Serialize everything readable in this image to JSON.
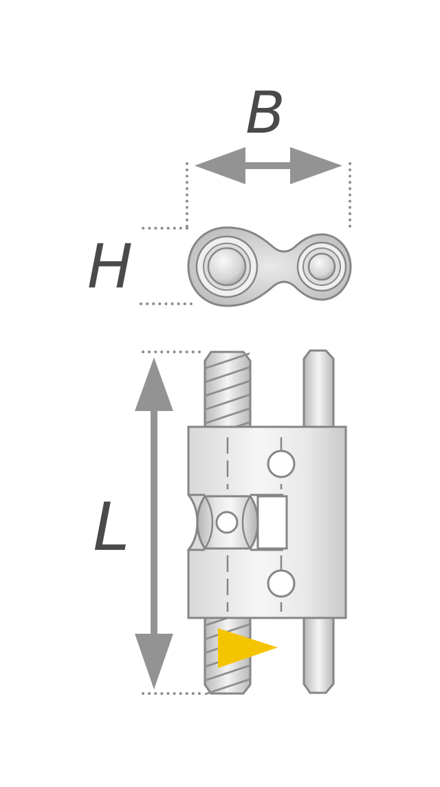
{
  "labels": {
    "width": "B",
    "height": "H",
    "length": "L"
  },
  "colors": {
    "arrow": "#939393",
    "metal_light": "#f3f3f3",
    "metal_mid": "#d2d2d2",
    "metal_dark": "#a9a9a9",
    "outline": "#858585",
    "label": "#4a4a4a",
    "direction_marker": "#f5c400"
  },
  "icons": {
    "direction_marker": "yellow-triangle-icon"
  }
}
